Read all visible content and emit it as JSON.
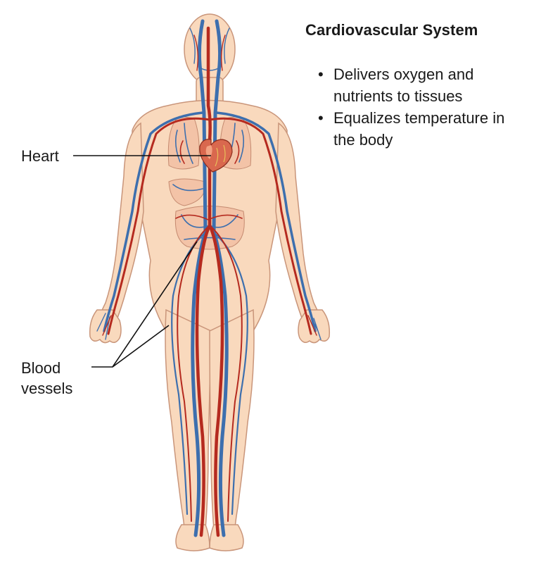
{
  "title": "Cardiovascular System",
  "functions": [
    "Delivers oxygen and nutrients to tissues",
    "Equalizes temperature in the body"
  ],
  "labels": {
    "heart": "Heart",
    "blood_vessels": "Blood vessels"
  },
  "colors": {
    "skin_fill": "#f9d9bd",
    "skin_outline": "#c9957a",
    "artery": "#b52a1f",
    "vein": "#3d6fae",
    "heart": "#d9684e",
    "leader_line": "#111111"
  }
}
